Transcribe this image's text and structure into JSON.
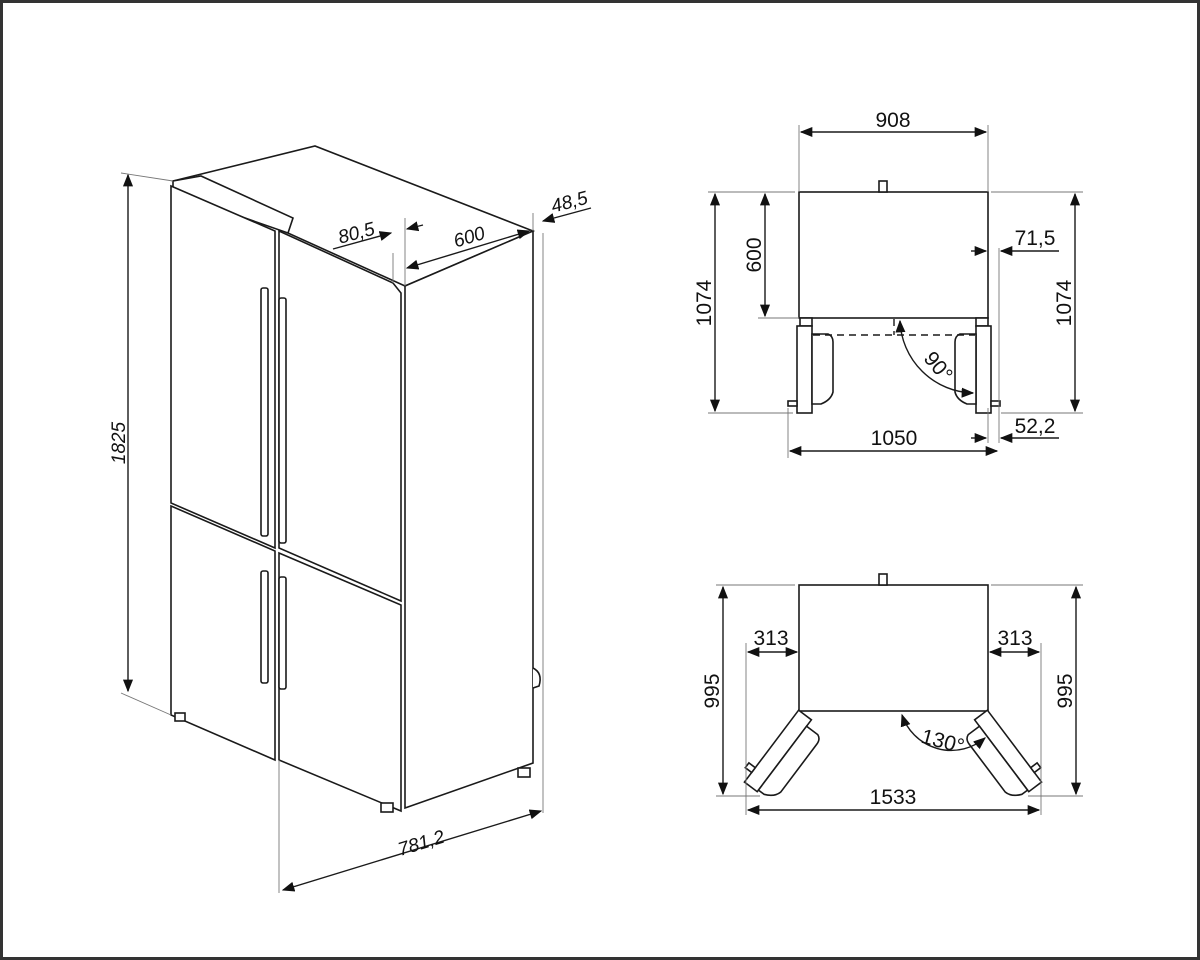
{
  "perspective_view": {
    "height": "1825",
    "depth_total": "781,2",
    "door_offset": "80,5",
    "depth": "600",
    "handle_offset": "48,5"
  },
  "top_view_90": {
    "width": "908",
    "depth_left": "1074",
    "depth_right": "1074",
    "cabinet_depth": "600",
    "side_clearance": "71,5",
    "angle": "90°",
    "open_width": "1050",
    "handle_clearance": "52,2"
  },
  "top_view_130": {
    "depth_left": "995",
    "depth_right": "995",
    "side_left": "313",
    "side_right": "313",
    "angle": "130°",
    "open_width": "1533"
  }
}
